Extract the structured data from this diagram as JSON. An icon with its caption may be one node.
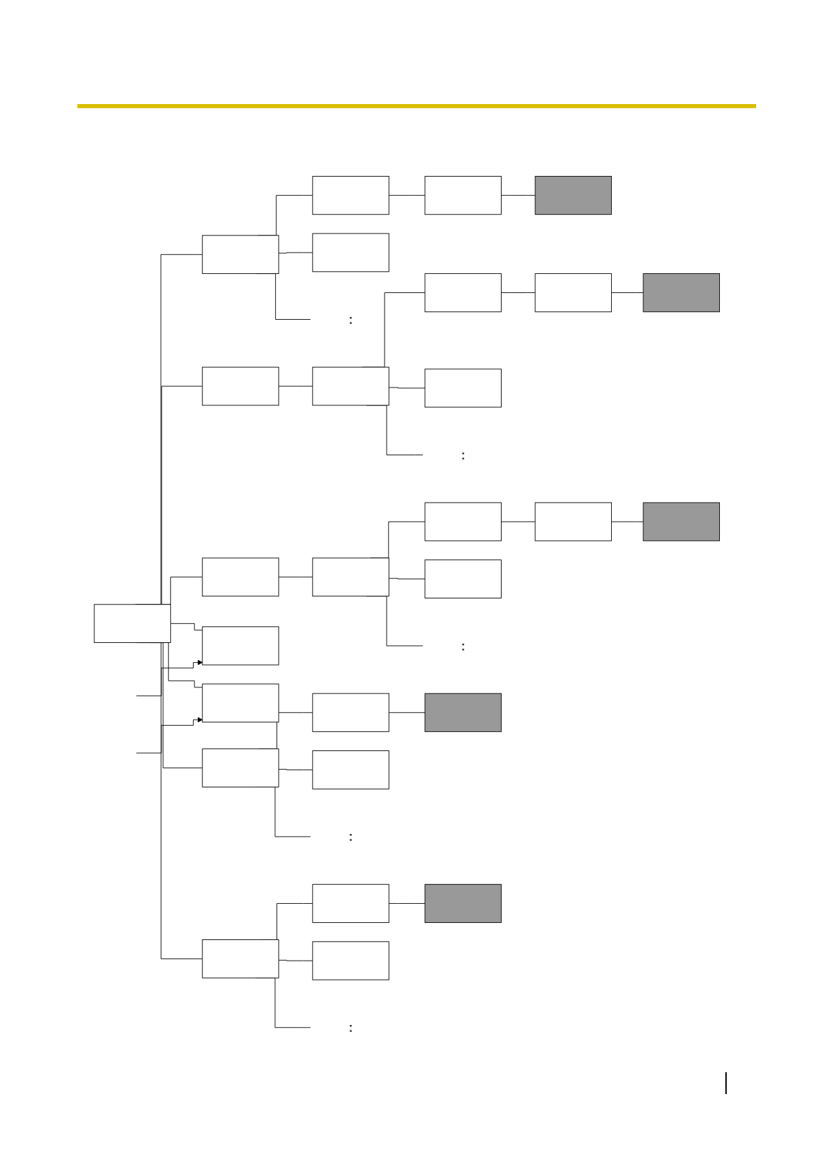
{
  "diagram": {
    "nodes": [
      {
        "text": [],
        "shape": "box"
      },
      {
        "text": [],
        "shape": "box"
      },
      {
        "text": [],
        "shape": "box"
      },
      {
        "text": [],
        "shape": "box"
      },
      {
        "text": [],
        "shape": "box"
      },
      {
        "text": [],
        "shape": "box"
      },
      {
        "text": [
          ":"
        ]
      },
      {
        "text": [],
        "shape": "box"
      },
      {
        "text": [],
        "shape": "box"
      },
      {
        "text": [],
        "shape": "box"
      },
      {
        "text": [],
        "shape": "box"
      },
      {
        "text": [],
        "shape": "box"
      },
      {
        "text": [],
        "shape": "box"
      },
      {
        "text": [
          ":"
        ]
      },
      {
        "text": [],
        "shape": "box"
      },
      {
        "text": [],
        "shape": "box"
      },
      {
        "text": [],
        "shape": "box"
      },
      {
        "text": [],
        "shape": "box"
      },
      {
        "text": [],
        "shape": "box"
      },
      {
        "text": [],
        "shape": "box"
      },
      {
        "text": [
          ":"
        ]
      },
      {
        "text": [],
        "shape": "box"
      },
      {
        "text": [],
        "shape": "box"
      },
      {
        "text": [],
        "shape": "box"
      },
      {
        "text": [],
        "shape": "box"
      },
      {
        "text": [],
        "shape": "box"
      },
      {
        "text": [],
        "shape": "box"
      },
      {
        "text": [
          ":"
        ]
      },
      {
        "text": [],
        "shape": "box"
      },
      {
        "text": [],
        "shape": "box"
      },
      {
        "text": [],
        "shape": "box"
      },
      {
        "text": [],
        "shape": "box"
      },
      {
        "text": [
          ":"
        ]
      }
    ],
    "edges": [
      {
        "from": 0,
        "to": 1,
        "arrow": "none"
      },
      {
        "from": 0,
        "to": 7,
        "arrow": "none"
      },
      {
        "from": 0,
        "to": 14,
        "arrow": "none"
      },
      {
        "from": 0,
        "to": 21,
        "arrow": "none"
      },
      {
        "from": 0,
        "to": 22,
        "arrow": "none"
      },
      {
        "from": 0,
        "to": 23,
        "arrow": "none"
      },
      {
        "from": 0,
        "to": 28,
        "arrow": "none"
      },
      {
        "from": 1,
        "to": 2,
        "arrow": "none"
      },
      {
        "from": 1,
        "to": 5,
        "arrow": "none"
      },
      {
        "from": 1,
        "to": 6,
        "arrow": "none"
      },
      {
        "from": 2,
        "to": 3,
        "arrow": "none"
      },
      {
        "from": 3,
        "to": 4,
        "arrow": "none"
      },
      {
        "from": 7,
        "to": 8,
        "arrow": "none"
      },
      {
        "from": 8,
        "to": 9,
        "arrow": "none"
      },
      {
        "from": 8,
        "to": 12,
        "arrow": "none"
      },
      {
        "from": 8,
        "to": 13,
        "arrow": "none"
      },
      {
        "from": 9,
        "to": 10,
        "arrow": "none"
      },
      {
        "from": 10,
        "to": 11,
        "arrow": "none"
      },
      {
        "from": 14,
        "to": 15,
        "arrow": "none"
      },
      {
        "from": 15,
        "to": 16,
        "arrow": "none"
      },
      {
        "from": 15,
        "to": 19,
        "arrow": "none"
      },
      {
        "from": 15,
        "to": 20,
        "arrow": "none"
      },
      {
        "from": 16,
        "to": 17,
        "arrow": "none"
      },
      {
        "from": 17,
        "to": 18,
        "arrow": "none"
      },
      {
        "from": null,
        "to": 21,
        "arrow": "to"
      },
      {
        "from": null,
        "to": 22,
        "arrow": "to"
      },
      {
        "from": 23,
        "to": 24,
        "arrow": "none"
      },
      {
        "from": 23,
        "to": 26,
        "arrow": "none"
      },
      {
        "from": 23,
        "to": 27,
        "arrow": "none"
      },
      {
        "from": 24,
        "to": 25,
        "arrow": "none"
      },
      {
        "from": 28,
        "to": 29,
        "arrow": "none"
      },
      {
        "from": 28,
        "to": 31,
        "arrow": "none"
      },
      {
        "from": 28,
        "to": 32,
        "arrow": "none"
      },
      {
        "from": 29,
        "to": 30,
        "arrow": "none"
      }
    ]
  }
}
